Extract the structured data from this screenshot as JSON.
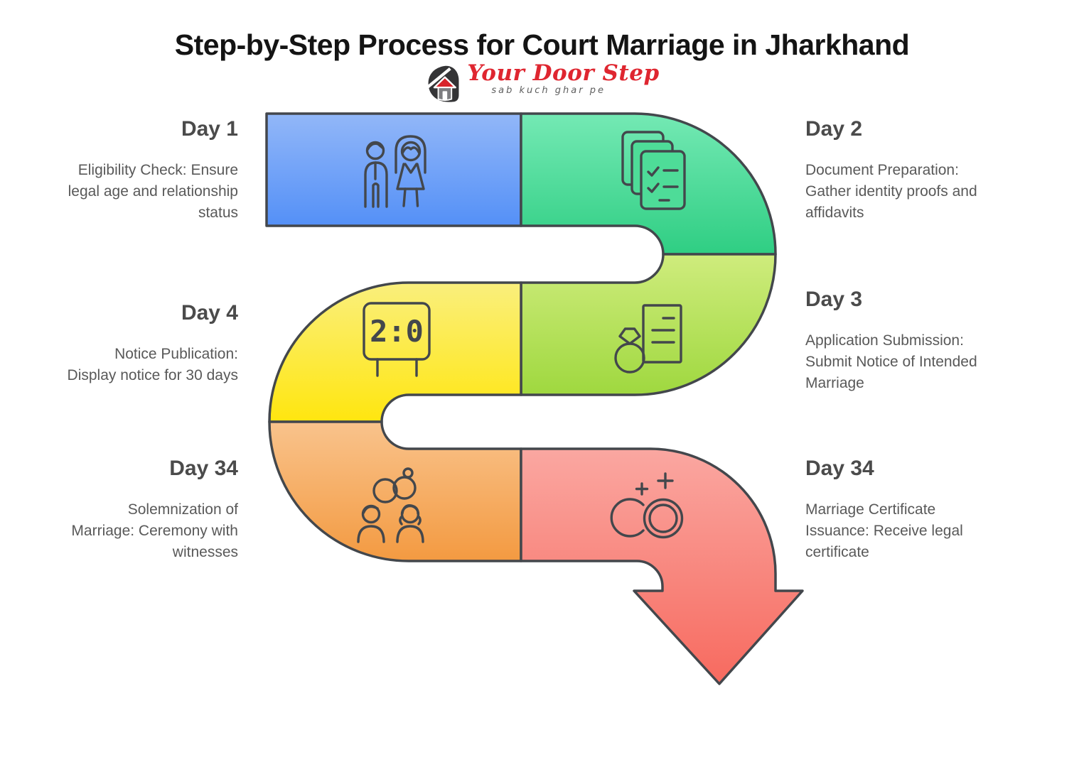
{
  "title": "Step-by-Step Process for Court Marriage in Jharkhand",
  "logo": {
    "name": "Your Door Step",
    "tagline": "sab kuch ghar pe",
    "house_icon": "house-icon"
  },
  "notice_board": {
    "text": "2:0"
  },
  "colors": {
    "outline": "#43474C",
    "title": "#141414",
    "heading": "#4B4B4B",
    "body": "#595959",
    "logo_red": "#DF2630",
    "tagline_gray": "#5E5E5E",
    "doc_sheet_fill": "#4EDC98"
  },
  "steps": [
    {
      "day": "Day 1",
      "description": "Eligibility Check: Ensure\nlegal age and relationship\nstatus",
      "icon": "couple-icon",
      "text_side": "left",
      "color_top": "#92B7F8",
      "color_bottom": "#5490F7"
    },
    {
      "day": "Day 2",
      "description": "Document Preparation:\nGather identity proofs and\naffidavits",
      "icon": "documents-checklist-icon",
      "text_side": "right",
      "color_top": "#74E9B4",
      "color_bottom": "#2FCE83"
    },
    {
      "day": "Day 3",
      "description": "Application Submission:\nSubmit Notice of Intended\nMarriage",
      "icon": "ring-application-icon",
      "text_side": "right",
      "color_top": "#CFEC7D",
      "color_bottom": "#9FD83F"
    },
    {
      "day": "Day 4",
      "description": "Notice Publication:\nDisplay notice for 30 days",
      "icon": "notice-board-icon",
      "text_side": "left",
      "color_top": "#FAEF7D",
      "color_bottom": "#FFE60F"
    },
    {
      "day": "Day 34",
      "description": "Solemnization of\nMarriage: Ceremony with\nwitnesses",
      "icon": "wedding-couple-icon",
      "text_side": "left",
      "color_top": "#F9C38C",
      "color_bottom": "#F39A41"
    },
    {
      "day": "Day 34",
      "description": "Marriage Certificate\nIssuance: Receive legal\ncertificate",
      "icon": "wedding-rings-icon",
      "text_side": "right",
      "color_top": "#FAA7A1",
      "color_bottom": "#F76A5F"
    }
  ]
}
